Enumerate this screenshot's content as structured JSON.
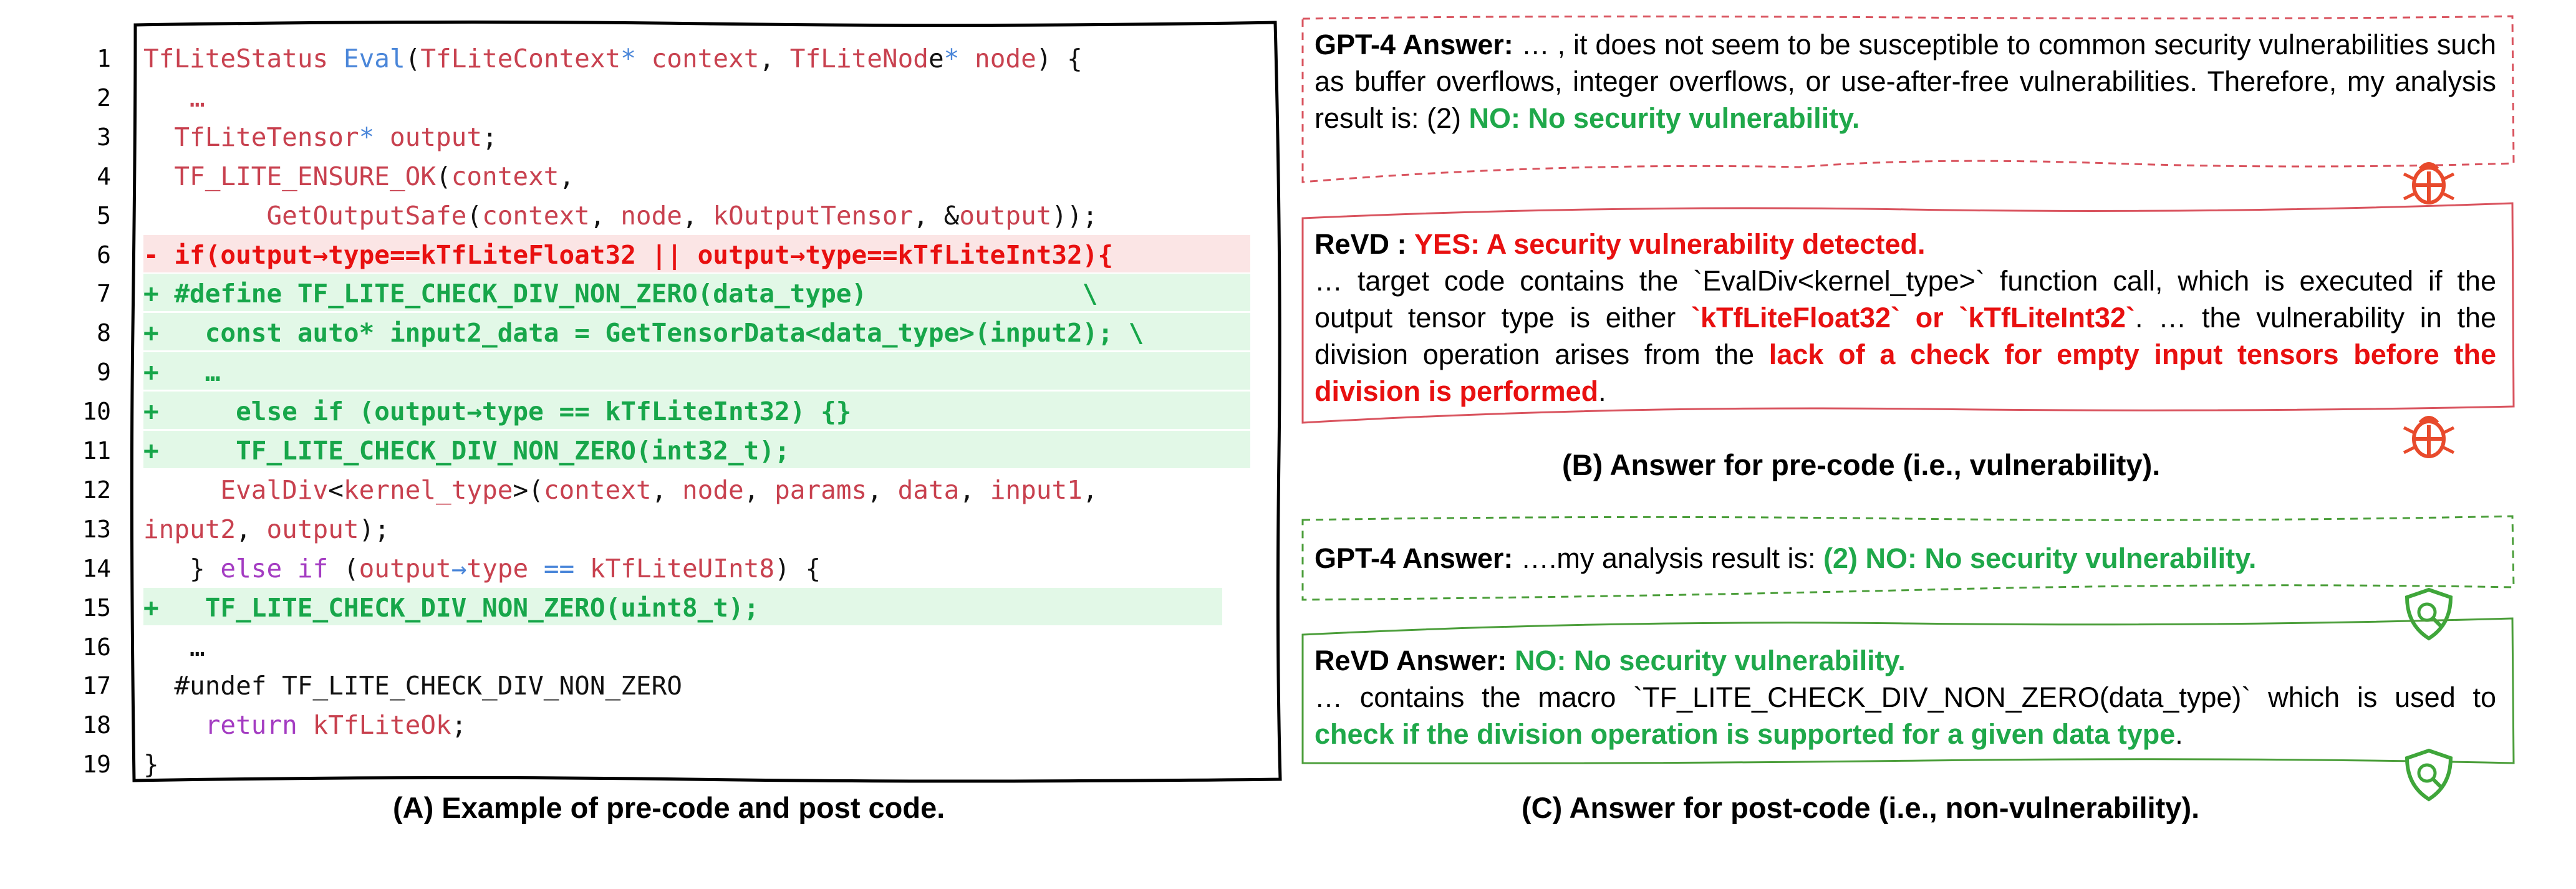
{
  "code_panel": {
    "lines": [
      {
        "num": "1",
        "kind": "plain",
        "parts": [
          [
            "k-func",
            "TfLiteStatus "
          ],
          [
            "k-blue",
            "Eval"
          ],
          [
            "k-black",
            "("
          ],
          [
            "k-func",
            "TfLiteContext"
          ],
          [
            "k-blue",
            "*"
          ],
          [
            "k-func",
            " context"
          ],
          [
            "k-black",
            ", "
          ],
          [
            "k-func",
            "TfLiteNod"
          ],
          [
            "k-black",
            "e"
          ],
          [
            "k-blue",
            "*"
          ],
          [
            "k-func",
            " node"
          ],
          [
            "k-black",
            ") {"
          ]
        ]
      },
      {
        "num": "2",
        "kind": "plain",
        "parts": [
          [
            "k-func",
            "   …"
          ]
        ]
      },
      {
        "num": "3",
        "kind": "plain",
        "parts": [
          [
            "k-func",
            "  TfLiteTensor"
          ],
          [
            "k-blue",
            "*"
          ],
          [
            "k-func",
            " output"
          ],
          [
            "k-black",
            ";"
          ]
        ]
      },
      {
        "num": "4",
        "kind": "plain",
        "parts": [
          [
            "k-func",
            "  TF_LITE_ENSURE_OK"
          ],
          [
            "k-black",
            "("
          ],
          [
            "k-func",
            "context"
          ],
          [
            "k-black",
            ","
          ]
        ]
      },
      {
        "num": "5",
        "kind": "plain",
        "parts": [
          [
            "k-func",
            "        GetOutputSafe"
          ],
          [
            "k-black",
            "("
          ],
          [
            "k-func",
            "context"
          ],
          [
            "k-black",
            ", "
          ],
          [
            "k-func",
            "node"
          ],
          [
            "k-black",
            ", "
          ],
          [
            "k-func",
            "kOutputTensor"
          ],
          [
            "k-black",
            ", &"
          ],
          [
            "k-func",
            "output"
          ],
          [
            "k-black",
            "));"
          ]
        ]
      },
      {
        "num": "6",
        "kind": "red",
        "parts": [
          [
            "k-red",
            "- if(output→type==kTfLiteFloat32 || output→type==kTfLiteInt32){"
          ]
        ]
      },
      {
        "num": "7",
        "kind": "green",
        "parts": [
          [
            "k-green",
            "+ #define TF_LITE_CHECK_DIV_NON_ZERO(data_type)              \\"
          ]
        ]
      },
      {
        "num": "8",
        "kind": "green",
        "parts": [
          [
            "k-green",
            "+   const auto* input2_data = GetTensorData<data_type>(input2); \\"
          ]
        ]
      },
      {
        "num": "9",
        "kind": "green",
        "parts": [
          [
            "k-green",
            "+   …"
          ]
        ]
      },
      {
        "num": "10",
        "kind": "green",
        "parts": [
          [
            "k-green",
            "+     else if (output→type == kTfLiteInt32) {}"
          ]
        ]
      },
      {
        "num": "11",
        "kind": "green",
        "parts": [
          [
            "k-green",
            "+     TF_LITE_CHECK_DIV_NON_ZERO(int32_t);"
          ]
        ]
      },
      {
        "num": "12",
        "kind": "plain",
        "parts": [
          [
            "k-func",
            "     EvalDiv"
          ],
          [
            "k-black",
            "<"
          ],
          [
            "k-func",
            "kernel_type"
          ],
          [
            "k-black",
            ">("
          ],
          [
            "k-func",
            "context"
          ],
          [
            "k-black",
            ", "
          ],
          [
            "k-func",
            "node"
          ],
          [
            "k-black",
            ", "
          ],
          [
            "k-func",
            "params"
          ],
          [
            "k-black",
            ", "
          ],
          [
            "k-func",
            "data"
          ],
          [
            "k-black",
            ", "
          ],
          [
            "k-func",
            "input1"
          ],
          [
            "k-black",
            ","
          ]
        ]
      },
      {
        "num": "13",
        "kind": "plain",
        "parts": [
          [
            "k-func",
            "input2"
          ],
          [
            "k-black",
            ", "
          ],
          [
            "k-func",
            "output"
          ],
          [
            "k-black",
            ");"
          ]
        ]
      },
      {
        "num": "14",
        "kind": "plain",
        "parts": [
          [
            "k-black",
            "   } "
          ],
          [
            "k-purple",
            "else if"
          ],
          [
            "k-black",
            " ("
          ],
          [
            "k-func",
            "output"
          ],
          [
            "k-blue",
            "→"
          ],
          [
            "k-func",
            "type"
          ],
          [
            "k-blue",
            " == "
          ],
          [
            "k-func",
            "kTfLiteUInt8"
          ],
          [
            "k-black",
            ") {"
          ]
        ]
      },
      {
        "num": "15",
        "kind": "green",
        "parts": [
          [
            "k-green",
            "+   TF_LITE_CHECK_DIV_NON_ZERO(uint8_t);"
          ]
        ]
      },
      {
        "num": "16",
        "kind": "plain",
        "parts": [
          [
            "k-black",
            "   …"
          ]
        ]
      },
      {
        "num": "17",
        "kind": "plain",
        "parts": [
          [
            "k-black",
            "  #undef TF_LITE_CHECK_DIV_NON_ZERO"
          ]
        ]
      },
      {
        "num": "18",
        "kind": "plain",
        "parts": [
          [
            "k-purple",
            "    return "
          ],
          [
            "k-func",
            "kTfLiteOk"
          ],
          [
            "k-black",
            ";"
          ]
        ]
      },
      {
        "num": "19",
        "kind": "plain",
        "parts": [
          [
            "k-black",
            "}"
          ]
        ]
      }
    ],
    "caption": "(A) Example of pre-code and post code."
  },
  "panel_b": {
    "gpt4_label": "GPT-4 Answer:",
    "gpt4_text": " … , it does not seem to be susceptible to common security vulnerabilities such as buffer overflows, integer overflows, or use-after-free vulnerabilities. Therefore, my analysis result is: (2) ",
    "gpt4_verdict": "NO: No security vulnerability.",
    "revd_label": "ReVD :",
    "revd_verdict": "YES: A security vulnerability detected.",
    "revd_text1": "… target code contains the `EvalDiv<kernel_type>` function call, which is executed if the output tensor type is either ",
    "revd_hl1": "`kTfLiteFloat32` or `kTfLiteInt32`",
    "revd_text2": ". … the vulnerability in the division operation arises from the ",
    "revd_hl2": "lack of a check for empty input tensors before the division is performed",
    "revd_text3": ".",
    "caption": "(B) Answer for pre-code (i.e., vulnerability)."
  },
  "panel_c": {
    "gpt4_label": "GPT-4 Answer:",
    "gpt4_text": " ….my analysis result is: ",
    "gpt4_verdict": "(2) NO: No security vulnerability.",
    "revd_label": "ReVD Answer:",
    "revd_verdict": "NO: No security vulnerability.",
    "revd_text1": "… contains the macro `TF_LITE_CHECK_DIV_NON_ZERO(data_type)` which is used to ",
    "revd_hl1": "check if the division operation is supported for a given data type",
    "revd_text2": ".",
    "caption": "(C) Answer for post-code (i.e., non-vulnerability)."
  },
  "icons": {
    "bug": "bug-icon",
    "shield": "shield-search-icon"
  },
  "colors": {
    "red": "#e81010",
    "green": "#1fa84a",
    "removed_bg": "#fbe5e5",
    "added_bg": "#e2f8e7",
    "box_red": "#d9535e",
    "box_green": "#4b9e3a"
  }
}
